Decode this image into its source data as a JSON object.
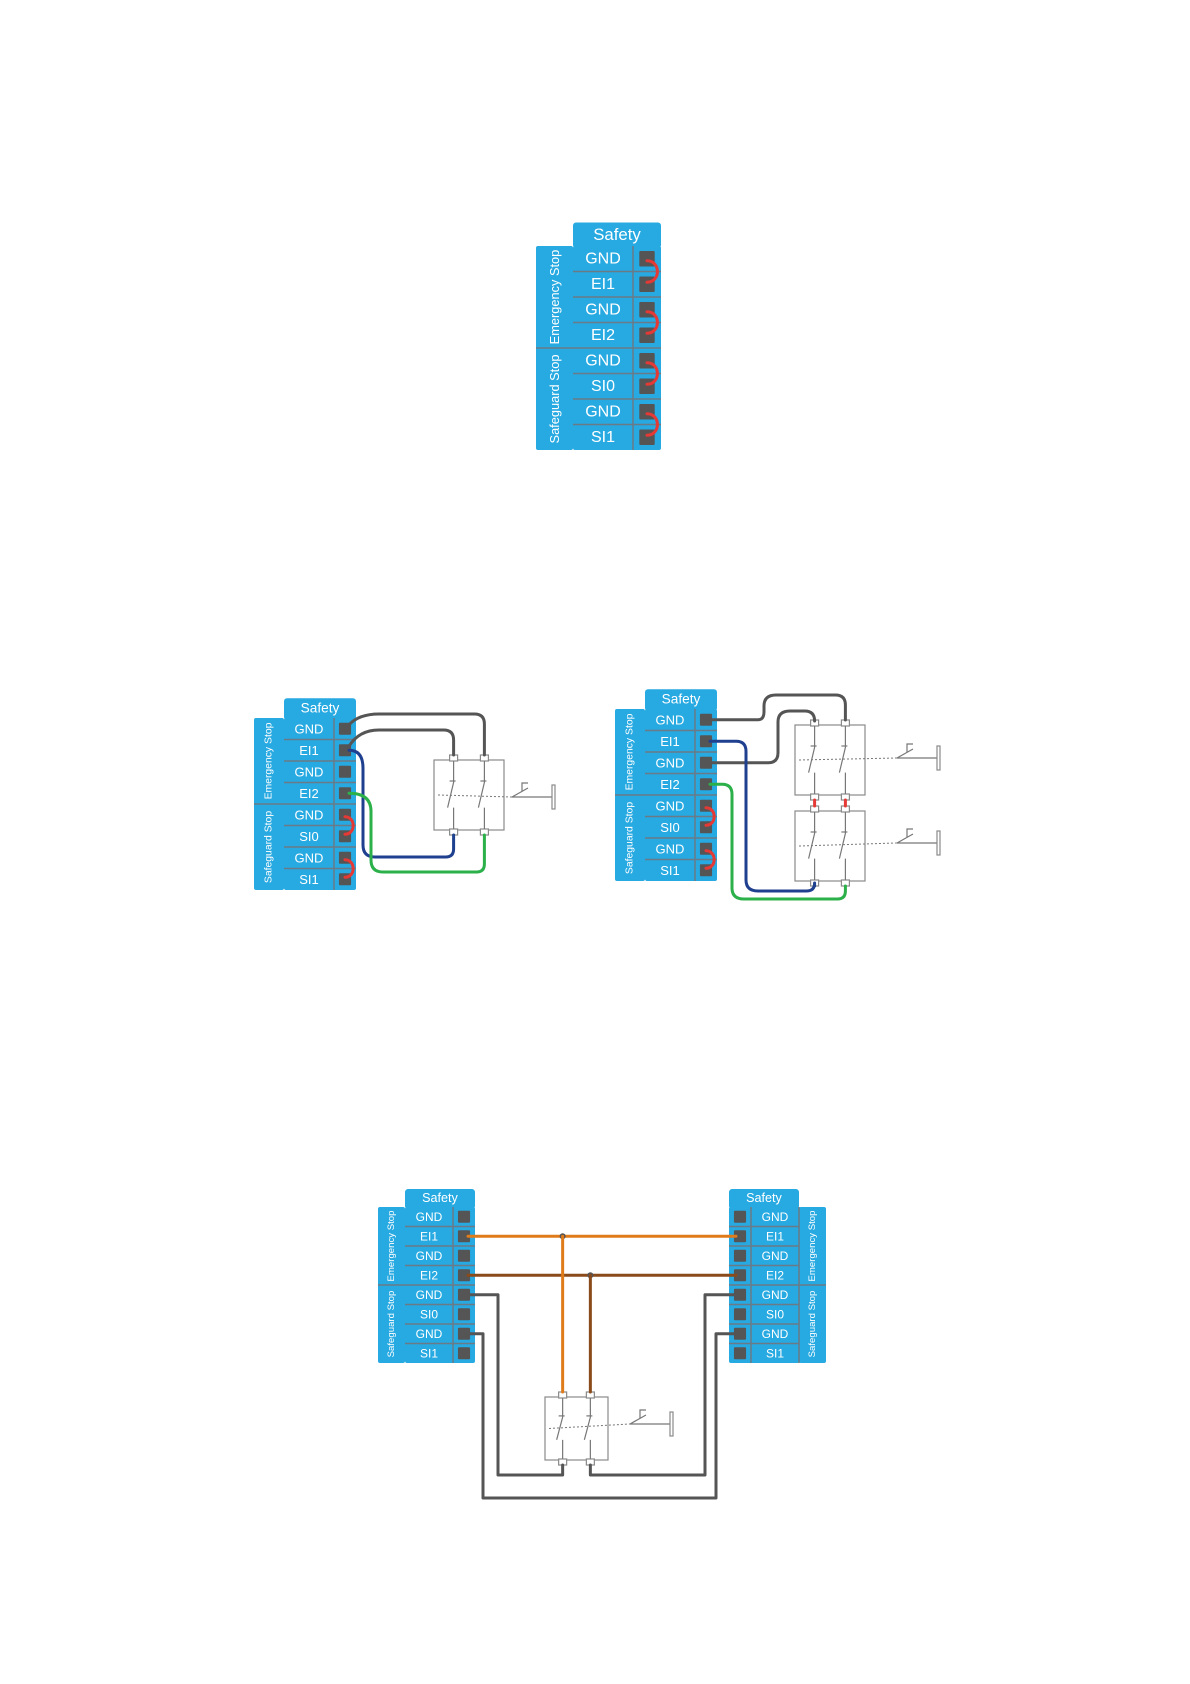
{
  "blocks": {
    "header": "Safety",
    "group_emergency": "Emergency Stop",
    "group_safeguard": "Safeguard Stop",
    "rows": [
      "GND",
      "EI1",
      "GND",
      "EI2",
      "GND",
      "SI0",
      "GND",
      "SI1"
    ]
  },
  "colors": {
    "terminal_blue": "#27a9e1",
    "jumper_red": "#e53935",
    "wire_grey": "#555555",
    "wire_blue": "#1f3f8f",
    "wire_green": "#2bb04a",
    "wire_orange": "#e07b1a",
    "wire_brown": "#8a4a1a"
  }
}
